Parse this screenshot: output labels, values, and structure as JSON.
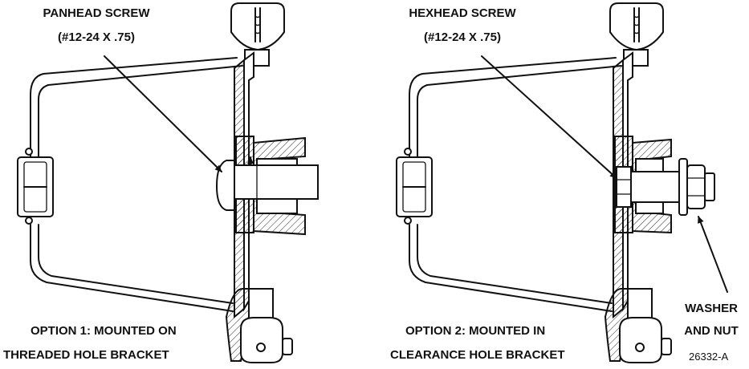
{
  "figure": {
    "option1": {
      "screw_label_line1": "PANHEAD  SCREW",
      "screw_label_line2": "(#12-24 X .75)",
      "caption_line1": "OPTION 1: MOUNTED ON",
      "caption_line2": "THREADED HOLE BRACKET"
    },
    "option2": {
      "screw_label_line1": "HEXHEAD  SCREW",
      "screw_label_line2": "(#12-24 X .75)",
      "caption_line1": "OPTION  2: MOUNTED IN",
      "caption_line2": "CLEARANCE HOLE BRACKET",
      "washer_label_line1": "WASHER",
      "washer_label_line2": "AND NUT"
    },
    "figure_id": "26332-A"
  }
}
